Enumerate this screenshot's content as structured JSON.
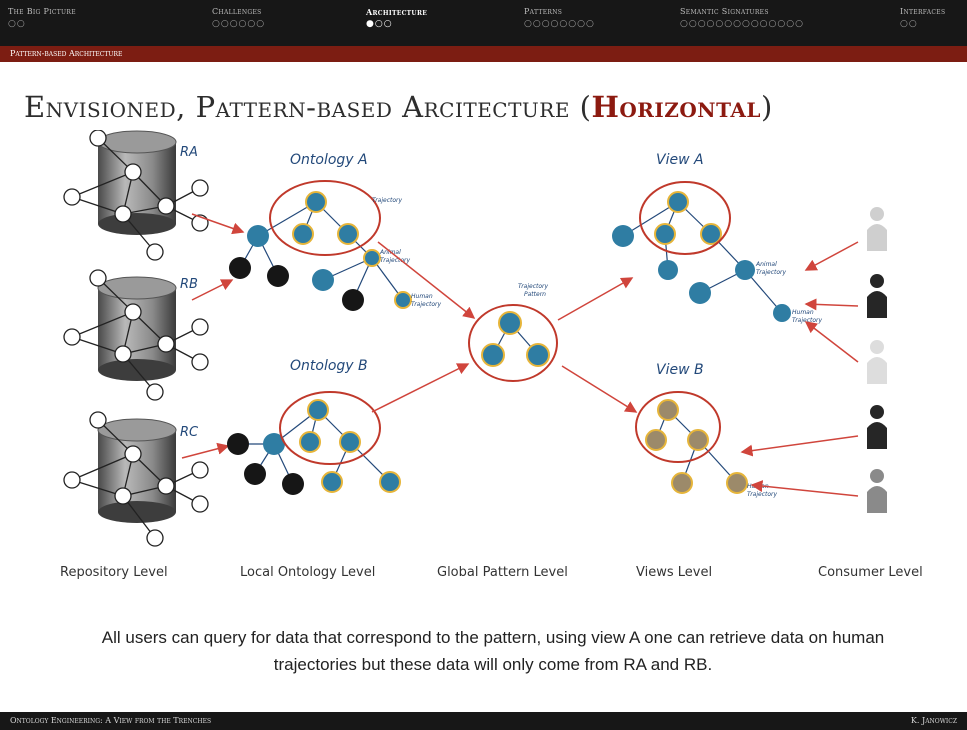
{
  "nav": {
    "sections": [
      {
        "label": "The Big Picture",
        "dots": "○○",
        "active": false
      },
      {
        "label": "Challenges",
        "dots": "○○○○○○",
        "active": false
      },
      {
        "label": "Architecture",
        "dots": "●○○",
        "active": true
      },
      {
        "label": "Patterns",
        "dots": "○○○○○○○○",
        "active": false
      },
      {
        "label": "Semantic Signatures",
        "dots": "○○○○○○○○○○○○○○",
        "active": false
      },
      {
        "label": "Interfaces",
        "dots": "○○",
        "active": false
      }
    ]
  },
  "subsection": "Pattern-based Architecture",
  "slide": {
    "title_main": "Envisioned, Pattern-based Arcitecture (",
    "title_highlight": "Horizontal",
    "title_end": ")"
  },
  "diagram": {
    "repositories": [
      "RA",
      "RB",
      "RC"
    ],
    "ontologies": [
      "Ontology A",
      "Ontology B"
    ],
    "views": [
      "View A",
      "View B"
    ],
    "annotations": {
      "trajectory": "Trajectory",
      "trajectory_pattern_1": "Trajectory",
      "trajectory_pattern_2": "Pattern",
      "animal_1": "Animal",
      "animal_2": "Trajectory",
      "human_1": "Human",
      "human_2": "Trajectory"
    },
    "levels": [
      "Repository Level",
      "Local Ontology Level",
      "Global Pattern Level",
      "Views Level",
      "Consumer Level"
    ],
    "colors": {
      "blue_node": "#2f7da3",
      "black_node": "#161616",
      "tan_node": "#9c8a6a",
      "gold_outline": "#e6b53a",
      "circle": "#c0392b",
      "arrow": "#d0453c",
      "accent": "#7c1d12"
    }
  },
  "caption": "All users can query for data that correspond to the pattern, using view A one can retrieve data on human trajectories but these data will only come from RA and RB.",
  "footer": {
    "left": "Ontology Engineering: A View from the Trenches",
    "right": "K. Janowicz"
  }
}
